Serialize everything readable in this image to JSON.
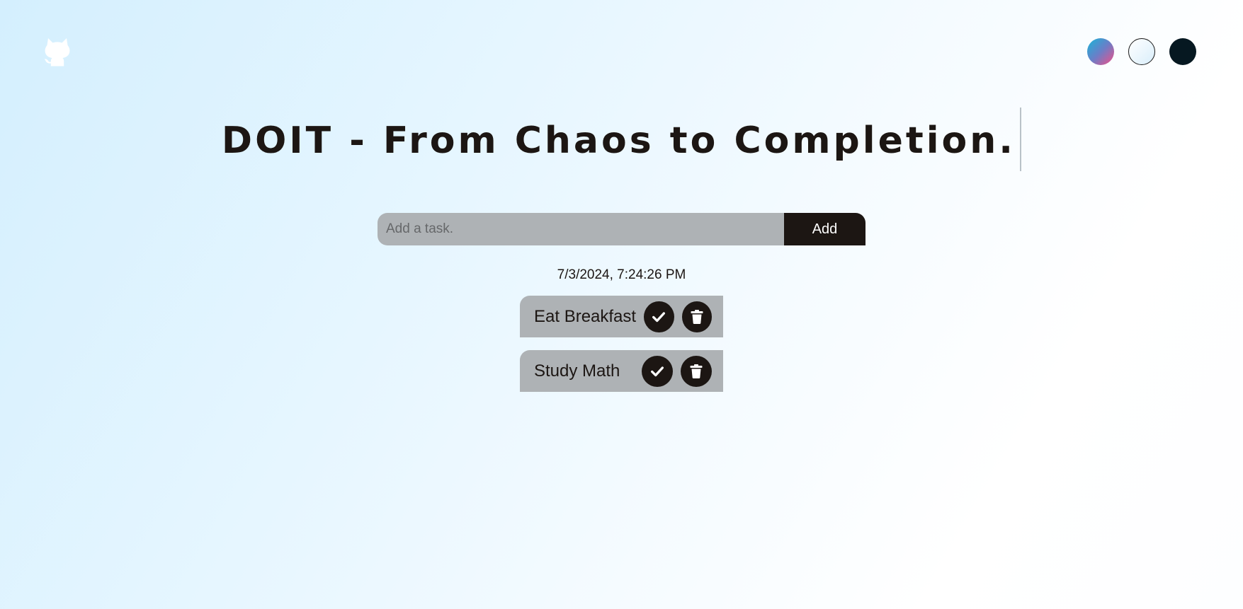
{
  "header": {
    "github_icon": "github-icon",
    "themes": [
      {
        "name": "gradient-theme",
        "colors": [
          "#18b6d8",
          "#f34e86"
        ]
      },
      {
        "name": "light-theme",
        "colors": [
          "#ffffff",
          "#d9eefb"
        ]
      },
      {
        "name": "dark-theme",
        "colors": [
          "#061821"
        ]
      }
    ]
  },
  "heading": {
    "title": "DOIT - From Chaos to Completion."
  },
  "form": {
    "placeholder": "Add a task.",
    "value": "",
    "add_label": "Add"
  },
  "datetime": "7/3/2024, 7:24:26 PM",
  "tasks": [
    {
      "text": "Eat Breakfast",
      "check_icon": "check-icon",
      "delete_icon": "trash-icon"
    },
    {
      "text": "Study Math",
      "check_icon": "check-icon",
      "delete_icon": "trash-icon"
    }
  ],
  "colors": {
    "primary": "#1c1613",
    "surface": "#aeb2b5",
    "background_start": "#d4effe",
    "background_end": "#ffffff"
  }
}
